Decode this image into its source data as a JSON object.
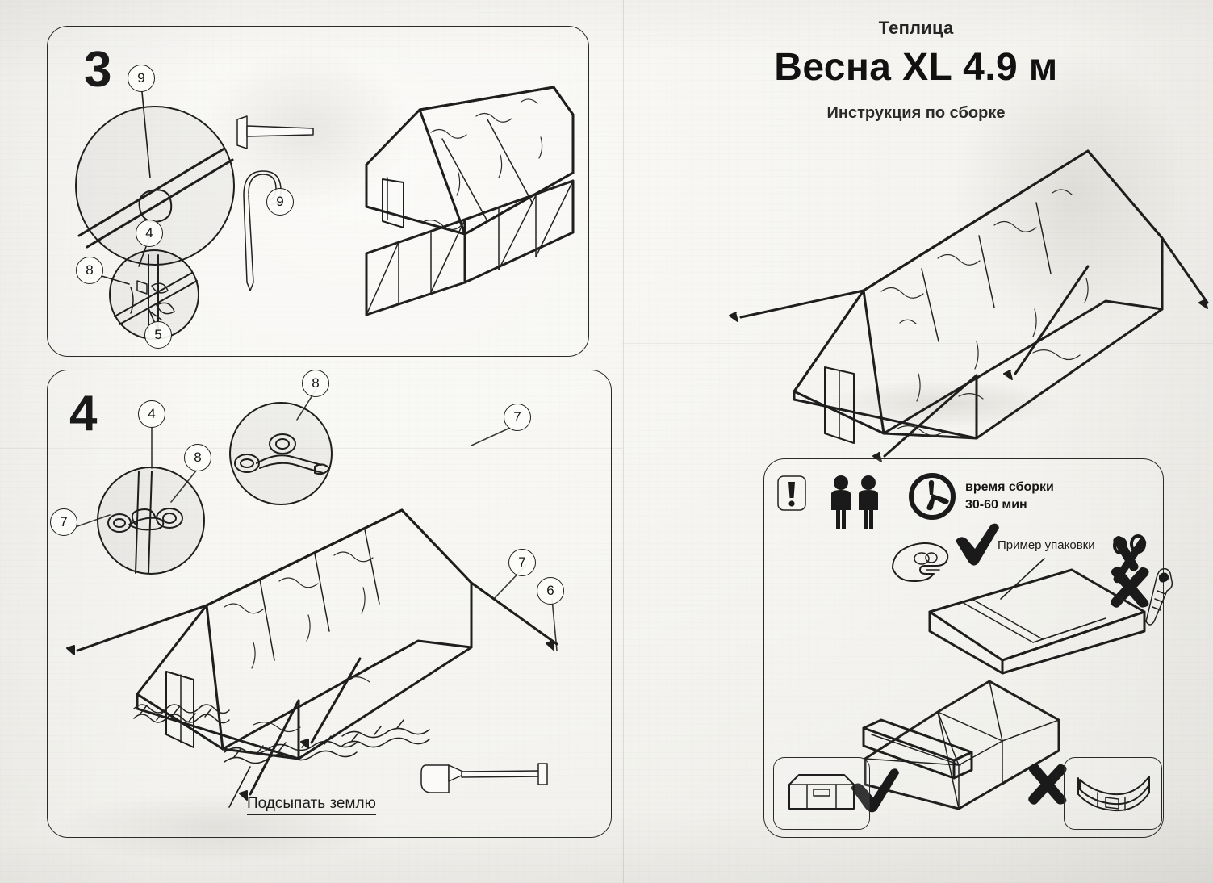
{
  "document": {
    "type": "assembly-instruction-sheet",
    "language": "ru"
  },
  "title_block": {
    "product_type": "Теплица",
    "product_name": "Весна XL 4.9 м",
    "subtitle": "Инструкция по сборке"
  },
  "steps": [
    {
      "number": "3",
      "callouts": [
        "9",
        "9",
        "4",
        "8",
        "5"
      ],
      "parts_shown": [
        "hammer-icon",
        "ground-stake-icon"
      ],
      "detail_circles": 2
    },
    {
      "number": "4",
      "callouts": [
        "4",
        "8",
        "8",
        "7",
        "7",
        "7",
        "6"
      ],
      "caption": "Подсыпать землю",
      "parts_shown": [
        "shovel-icon"
      ],
      "detail_circles": 2
    }
  ],
  "info_panel": {
    "warning_icon": "exclamation-icon",
    "people_icon": "two-persons-icon",
    "clock_icon": "clock-icon",
    "assembly_time_label": "время сборки",
    "assembly_time_value": "30-60 мин",
    "packaging_label": "Пример упаковки",
    "forbidden_tools": [
      "scissors-icon",
      "box-cutter-icon"
    ],
    "hand_ok_icon": "hand-open-icon",
    "check_marks": 2,
    "cross_marks": 2,
    "box_correct_icon": "flat-box-icon",
    "box_wrong_icon": "bent-box-icon"
  },
  "colors": {
    "ink": "#1e1e1e",
    "paper": "#f4f3ef",
    "panel_border": "#2a2a2a"
  }
}
